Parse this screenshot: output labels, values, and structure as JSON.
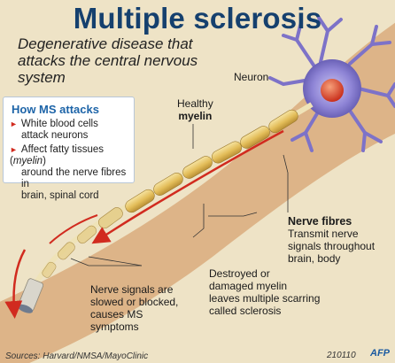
{
  "title": "Multiple sclerosis",
  "subtitle": "Degenerative disease that attacks the central nervous system",
  "labels": {
    "neuron": "Neuron",
    "healthy_line1": "Healthy",
    "healthy_line2": "myelin",
    "nerve_fibres_title": "Nerve fibres",
    "nerve_fibres_desc_1": "Transmit nerve",
    "nerve_fibres_desc_2": "signals throughout",
    "nerve_fibres_desc_3": "brain, body",
    "destroyed_1": "Destroyed or",
    "destroyed_2": "damaged myelin",
    "destroyed_3": "leaves multiple scarring",
    "destroyed_4": "called sclerosis",
    "signals_1": "Nerve signals are",
    "signals_2": "slowed or blocked,",
    "signals_3": "causes MS",
    "signals_4": "symptoms"
  },
  "how_ms": {
    "title": "How MS attacks",
    "bullet1_line1": "White blood cells",
    "bullet1_line2": "attack neurons",
    "bullet2_line1_a": "Affect fatty tissues (",
    "bullet2_line1_b": "myelin",
    "bullet2_line1_c": ")",
    "bullet2_line2": "around the nerve fibres in",
    "bullet2_line3": "brain, spinal cord"
  },
  "footer": {
    "source": "Sources: Harvard/NMSA/MayoClinic",
    "code": "210110",
    "agency": "AFP"
  },
  "colors": {
    "title": "#15406e",
    "band": "#d8a878",
    "myelin": "#e9c86a",
    "neuron": "#7d72c8",
    "nucleus": "#e2523a",
    "signal": "#d12b1f",
    "box_title": "#1d64a8"
  }
}
